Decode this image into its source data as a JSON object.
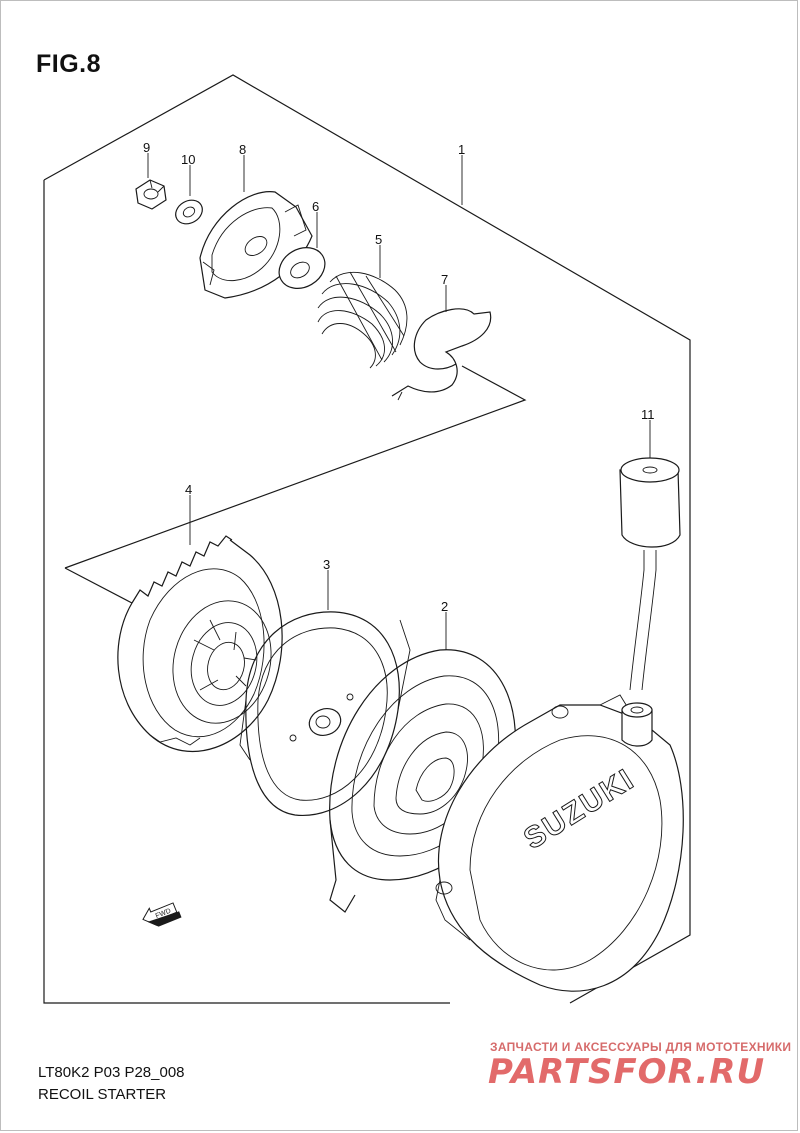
{
  "figure": {
    "title": "FIG.8"
  },
  "footer": {
    "model_code": "LT80K2 P03 P28_008",
    "section_name": "RECOIL STARTER"
  },
  "callouts": [
    "1",
    "2",
    "3",
    "4",
    "5",
    "6",
    "7",
    "8",
    "9",
    "10",
    "11"
  ],
  "fwd_label": "FWD",
  "logo_text": "SUZUKI",
  "watermark": {
    "tagline": "ЗАПЧАСТИ И АКСЕССУАРЫ ДЛЯ МОТОТЕХНИКИ",
    "brand": "PARTSFOR.RU"
  },
  "colors": {
    "line": "#1a1a1a",
    "watermark": "#e26a6a"
  }
}
